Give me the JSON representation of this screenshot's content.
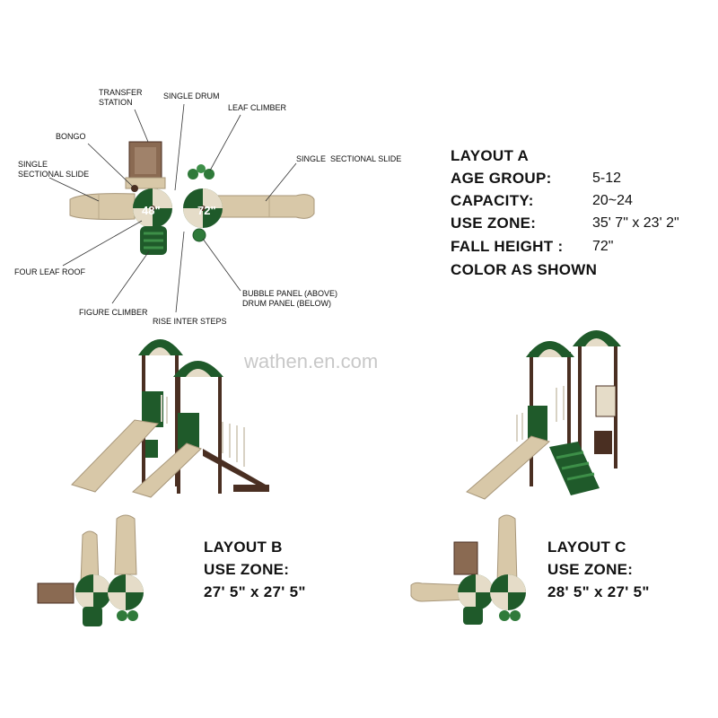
{
  "layout_a": {
    "title": "LAYOUT A",
    "rows": [
      {
        "label": "AGE GROUP:",
        "value": "5-12"
      },
      {
        "label": "CAPACITY:",
        "value": "20~24"
      },
      {
        "label": "USE ZONE:",
        "value": "35' 7\" x 23' 2\""
      },
      {
        "label": "FALL HEIGHT :",
        "value": "72\""
      }
    ],
    "note": "COLOR AS SHOWN"
  },
  "callouts": {
    "transfer_station": "TRANSFER\nSTATION",
    "single_drum": "SINGLE DRUM",
    "leaf_climber": "LEAF CLIMBER",
    "bongo": "BONGO",
    "single_sectional_slide_left": "SINGLE\nSECTIONAL SLIDE",
    "single_sectional_slide_right": "SINGLE  SECTIONAL SLIDE",
    "four_leaf_roof": "FOUR LEAF ROOF",
    "figure_climber": "FIGURE CLIMBER",
    "rise_inter_steps": "RISE INTER STEPS",
    "bubble_drum_panel": "BUBBLE PANEL (ABOVE)\nDRUM PANEL (BELOW)"
  },
  "deck_heights": {
    "left": "48\"",
    "right": "72\""
  },
  "watermark": "wathen.en.com",
  "layout_b": {
    "title": "LAYOUT B",
    "use_zone_label": "USE ZONE:",
    "use_zone_value": "27' 5\" x 27' 5\""
  },
  "layout_c": {
    "title": "LAYOUT C",
    "use_zone_label": "USE ZONE:",
    "use_zone_value": "28' 5\" x 27' 5\""
  },
  "colors": {
    "tan": "#d8c8a8",
    "green": "#1f5a2a",
    "brown": "#4a2f22",
    "white_rail": "#e8e6e0"
  }
}
